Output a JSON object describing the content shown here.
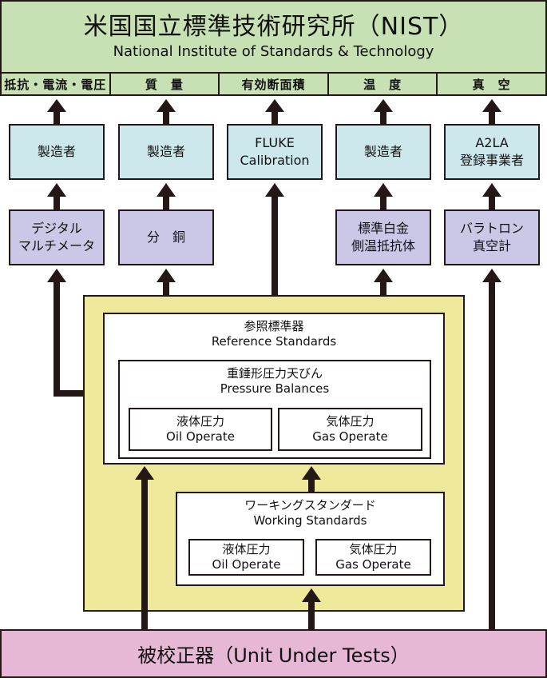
{
  "nist": {
    "title_jp": "米国国立標準技術研究所（NIST）",
    "title_en": "National Institute of Standards & Technology"
  },
  "categories": [
    "抵抗・電流・電圧",
    "質　量",
    "有効断面積",
    "温　度",
    "真　空"
  ],
  "row1": [
    {
      "line1": "製造者",
      "line2": ""
    },
    {
      "line1": "製造者",
      "line2": ""
    },
    {
      "line1": "FLUKE",
      "line2": "Calibration"
    },
    {
      "line1": "製造者",
      "line2": ""
    },
    {
      "line1": "A2LA",
      "line2": "登録事業者"
    }
  ],
  "row2": [
    {
      "line1": "デジタル",
      "line2": "マルチメータ"
    },
    {
      "line1": "分　銅",
      "line2": ""
    },
    {
      "line1": "標準白金",
      "line2": "側温抵抗体"
    },
    {
      "line1": "バラトロン",
      "line2": "真空計"
    }
  ],
  "reference": {
    "title_jp": "参照標準器",
    "title_en": "Reference Standards",
    "pressure": {
      "title_jp": "重錘形圧力天びん",
      "title_en": "Pressure Balances"
    },
    "oil": {
      "jp": "液体圧力",
      "en": "Oil Operate"
    },
    "gas": {
      "jp": "気体圧力",
      "en": "Gas Operate"
    }
  },
  "working": {
    "title_jp": "ワーキングスタンダード",
    "title_en": "Working Standards",
    "oil": {
      "jp": "液体圧力",
      "en": "Oil Operate"
    },
    "gas": {
      "jp": "気体圧力",
      "en": "Gas Operate"
    }
  },
  "uut": {
    "label": "被校正器（Unit Under Tests）"
  },
  "colors": {
    "nist_bg": "#c7e0b4",
    "blue_box": "#cce8ec",
    "purple_box": "#cac8e6",
    "frame_bg": "#eee89a",
    "uut_bg": "#e6b8d6",
    "line": "#231815"
  }
}
